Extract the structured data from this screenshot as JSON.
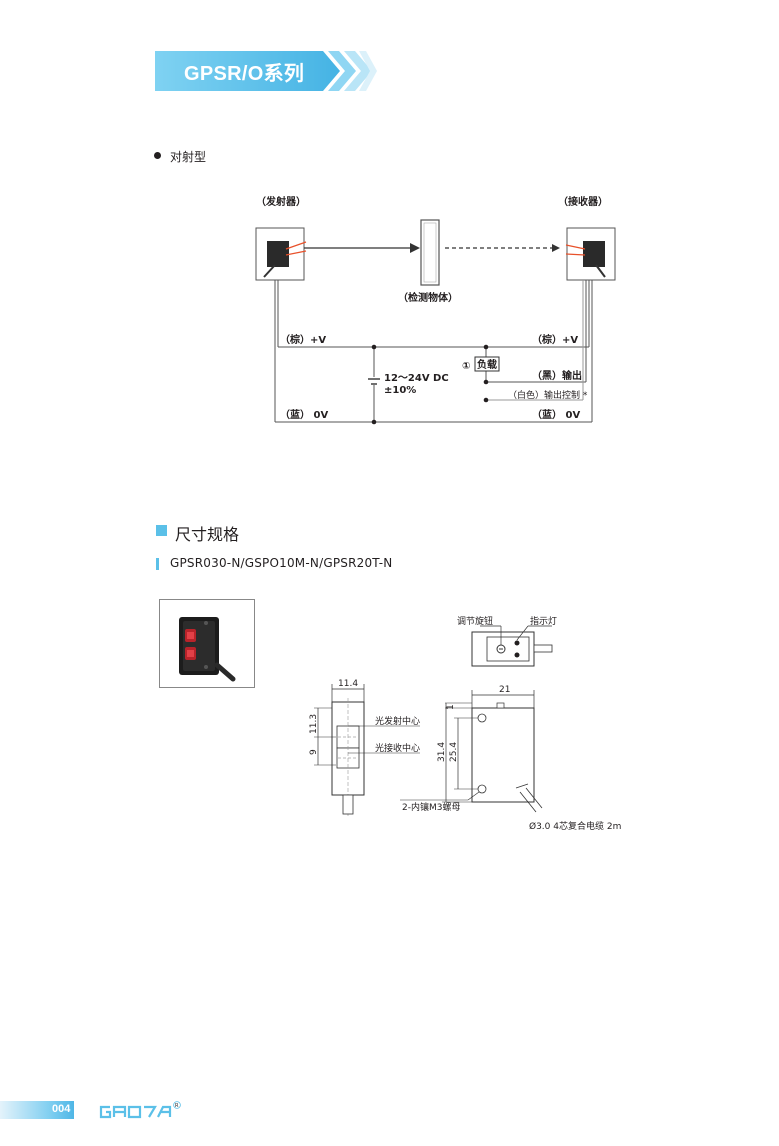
{
  "header": {
    "title": "GPSR/O系列"
  },
  "wiring": {
    "bullet": "对射型",
    "emitter_label": "（发射器）",
    "receiver_label": "（接收器）",
    "object_label": "（检测物体）",
    "brown_left": "（棕）+V",
    "brown_right": "（棕）+V",
    "voltage": "12～24V DC",
    "tolerance": "±10%",
    "load_num": "①",
    "load": "负载",
    "black_output": "（黑）输出",
    "white_control": "（白色）输出控制 *",
    "blue_left": "（蓝） 0V",
    "blue_right": "（蓝） 0V"
  },
  "dimensions": {
    "section_title": "尺寸规格",
    "model": "GPSR030-N/GSPO10M-N/GPSR20T-N",
    "knob_label": "调节旋钮",
    "indicator_label": "指示灯",
    "width_front": "11.4",
    "dim_11_3": "11.3",
    "dim_9": "9",
    "emit_center": "光发射中心",
    "recv_center": "光接收中心",
    "width_side": "21",
    "dim_1": "1",
    "dim_31_4": "31.4",
    "dim_25_4": "25.4",
    "nut": "2-内镶M3螺母",
    "cable": "Ø3.0 4芯复合电缆 2m"
  },
  "footer": {
    "page": "004",
    "brand": "GAOTA",
    "reg": "®"
  },
  "colors": {
    "accent": "#5bc0e8",
    "laser": "#e8512a"
  }
}
